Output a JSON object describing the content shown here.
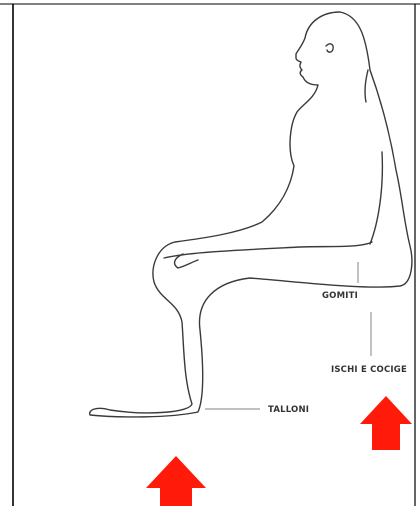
{
  "labels": {
    "elbows": "GOMITI",
    "ischia_coccyx": "ISCHI E COCIGE",
    "heels": "TALLONI"
  },
  "colors": {
    "arrow": "#ff1a0a",
    "outline": "#3a3a3a",
    "frame_line": "#000000",
    "leader_line": "#9a9a9a"
  },
  "icons": {
    "pressure_arrow": "up-arrow-icon"
  }
}
